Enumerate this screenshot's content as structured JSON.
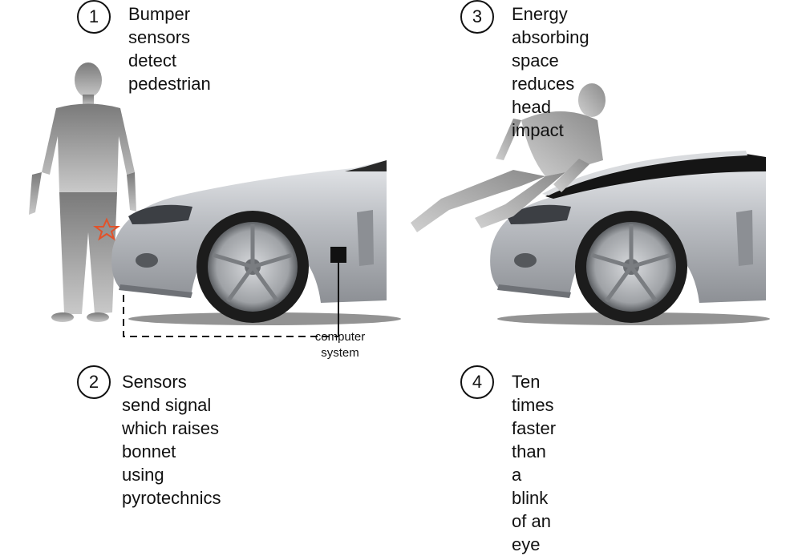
{
  "steps": [
    {
      "number": "1",
      "text": "Bumper sensors\ndetect pedestrian"
    },
    {
      "number": "2",
      "text": "Sensors send signal\nwhich raises bonnet\nusing pyrotechnics"
    },
    {
      "number": "3",
      "text": "Energy absorbing space\nreduces head impact"
    },
    {
      "number": "4",
      "text": "Ten times faster than\n a blink of an eye"
    }
  ],
  "computer_label": "computer\nsystem",
  "colors": {
    "car_body": "#b9bcc1",
    "car_shadow": "#7d8085",
    "silhouette": "#8f8f8f",
    "sensor_star": "#e2522a",
    "bonnet_gap": "#151515"
  },
  "icons": [
    "pedestrian-silhouette",
    "sports-car",
    "sensor-star",
    "computer-box",
    "falling-pedestrian-silhouette"
  ]
}
